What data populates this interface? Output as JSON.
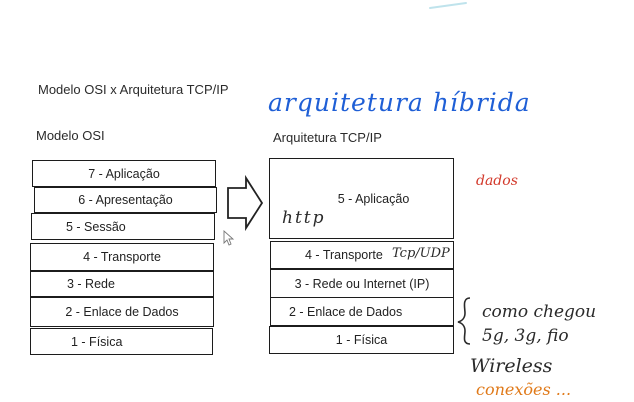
{
  "title": "Modelo OSI x Arquitetura TCP/IP",
  "osi": {
    "heading": "Modelo OSI",
    "layers": [
      "7 - Aplicação",
      "6 - Apresentação",
      "5 - Sessão",
      "4 - Transporte",
      "3 - Rede",
      "2 - Enlace de Dados",
      "1 - Física"
    ]
  },
  "tcpip": {
    "heading": "Arquitetura TCP/IP",
    "layers": [
      "5 - Aplicação",
      "4 - Transporte",
      "3 - Rede ou Internet (IP)",
      "2 - Enlace de Dados",
      "1 - Física"
    ]
  },
  "annotations": {
    "arquitetura_hibrida": "arquitetura híbrida",
    "dados": "dados",
    "http": "http",
    "tcp_udp": "Tcp/UDP",
    "como_chegou": "como chegou",
    "sg_3g_fio": "5g, 3g, fio",
    "wireless": "Wireless",
    "bottom_orange": "conexões ..."
  },
  "colors": {
    "pen_blue": "#1f5fd6",
    "pen_red": "#d33a2c",
    "pen_orange": "#e07a1a",
    "pen_teal": "#3ab7c9",
    "line": "#1c1c1c"
  }
}
